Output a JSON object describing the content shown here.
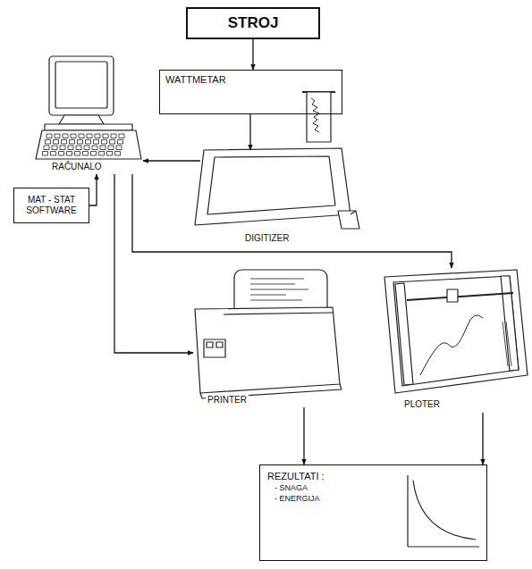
{
  "diagram": {
    "nodes": [
      {
        "text": [
          "STROJ"
        ]
      },
      {
        "text": [
          "WATTMETAR"
        ]
      },
      {
        "text": [
          "DIGITIZER"
        ]
      },
      {
        "text": [
          "RAČUNALO"
        ]
      },
      {
        "text": [
          "MAT - STAT SOFTWARE"
        ]
      },
      {
        "text": [
          "PRINTER"
        ]
      },
      {
        "text": [
          "PLOTER"
        ]
      },
      {
        "text": [
          "REZULTATI :",
          "- SNAGA",
          "- ENERGIJA"
        ]
      }
    ],
    "edges": [
      {
        "from": 0,
        "to": 1,
        "arrow": "to"
      },
      {
        "from": 1,
        "to": 2,
        "arrow": "to"
      },
      {
        "from": 2,
        "to": 3,
        "arrow": "to"
      },
      {
        "from": 4,
        "to": 3,
        "arrow": "to"
      },
      {
        "from": 3,
        "to": 5,
        "arrow": "to"
      },
      {
        "from": 3,
        "to": 6,
        "arrow": "to"
      },
      {
        "from": 5,
        "to": 7,
        "arrow": "to"
      },
      {
        "from": 6,
        "to": 7,
        "arrow": "to"
      }
    ]
  }
}
